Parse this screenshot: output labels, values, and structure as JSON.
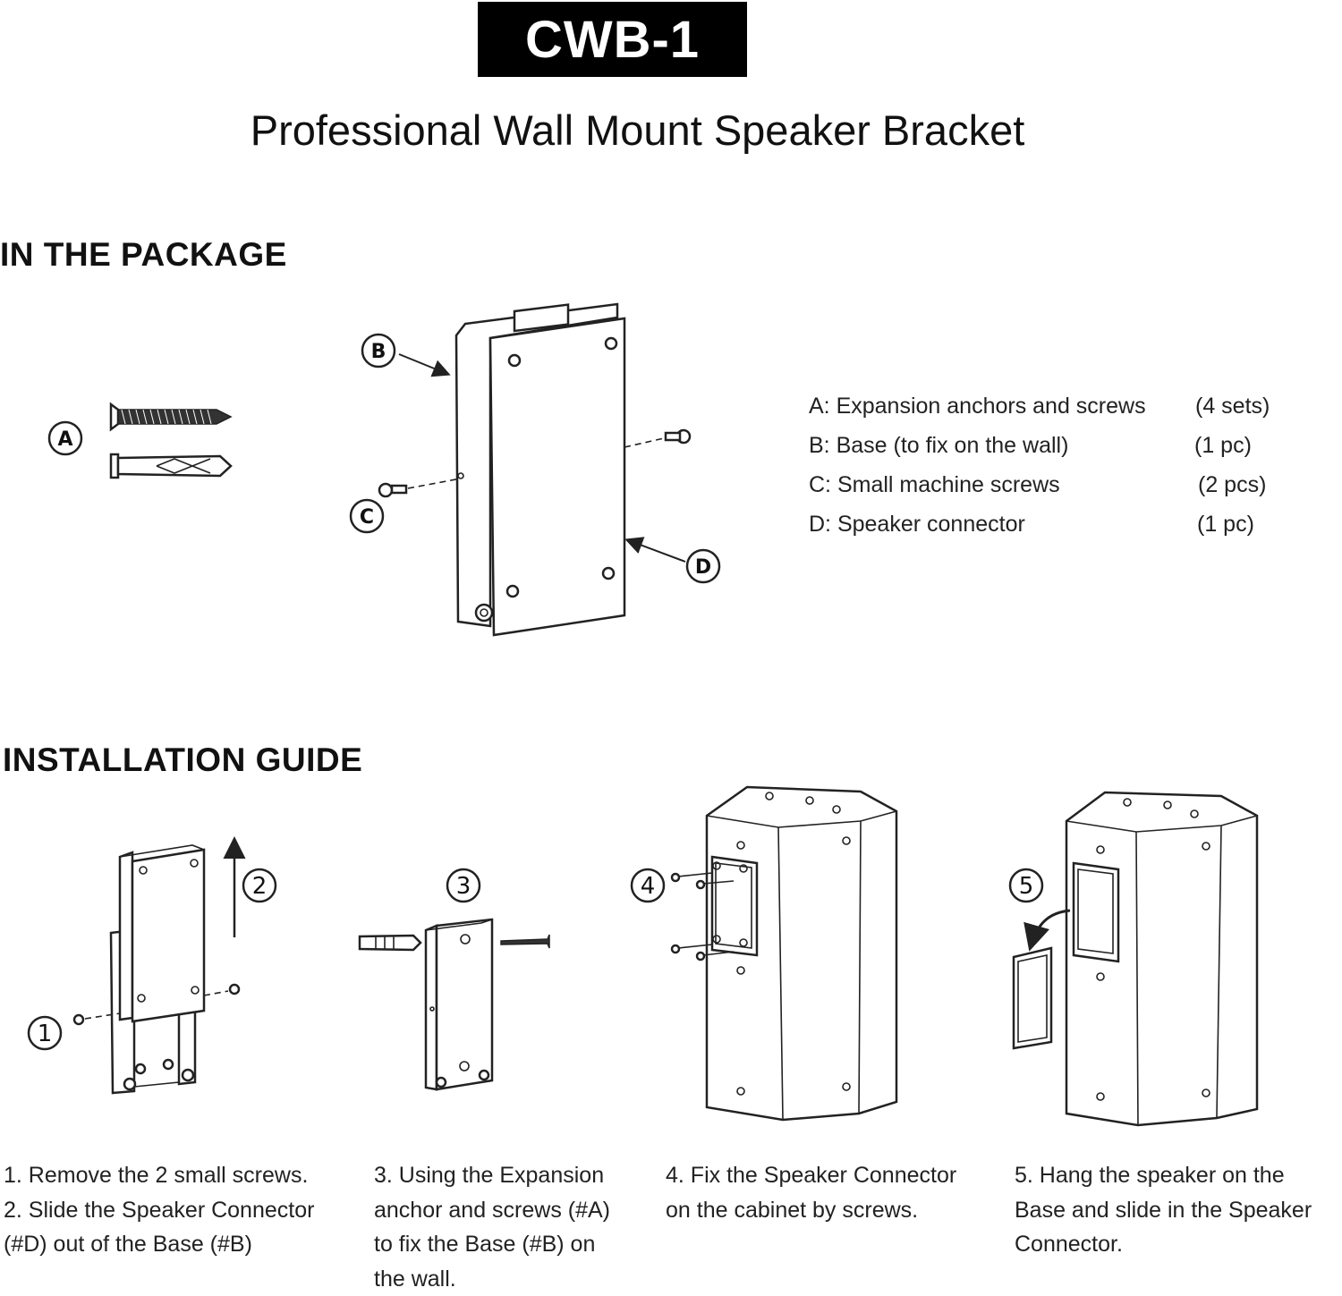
{
  "header": {
    "model": "CWB-1",
    "subtitle": "Professional Wall Mount Speaker Bracket"
  },
  "package": {
    "heading": "IN THE PACKAGE",
    "callouts": [
      "A",
      "B",
      "C",
      "D"
    ],
    "parts": [
      {
        "label": "A: Expansion anchors and screws",
        "qty": "(4 sets)"
      },
      {
        "label": "B: Base (to fix on the wall)",
        "qty": "(1 pc)"
      },
      {
        "label": "C: Small machine screws",
        "qty": "(2 pcs)"
      },
      {
        "label": "D: Speaker connector",
        "qty": "(1 pc)"
      }
    ]
  },
  "installation": {
    "heading": "INSTALLATION GUIDE",
    "step_numbers": [
      "1",
      "2",
      "3",
      "4",
      "5"
    ],
    "steps": [
      {
        "lines": [
          "1. Remove the 2 small screws.",
          "2. Slide the Speaker Connector",
          "(#D) out of the Base (#B)"
        ]
      },
      {
        "lines": [
          "3. Using the Expansion",
          "anchor and screws (#A)",
          "to fix the Base (#B) on",
          "the wall."
        ]
      },
      {
        "lines": [
          "4. Fix the Speaker Connector",
          "on the cabinet by screws."
        ]
      },
      {
        "lines": [
          "5. Hang the speaker on the",
          "Base and slide in the Speaker",
          "Connector."
        ]
      }
    ]
  },
  "icons": [
    "screw-icon",
    "anchor-icon",
    "bracket-base-icon",
    "speaker-connector-icon",
    "speaker-cabinet-icon",
    "arrow-icon"
  ]
}
